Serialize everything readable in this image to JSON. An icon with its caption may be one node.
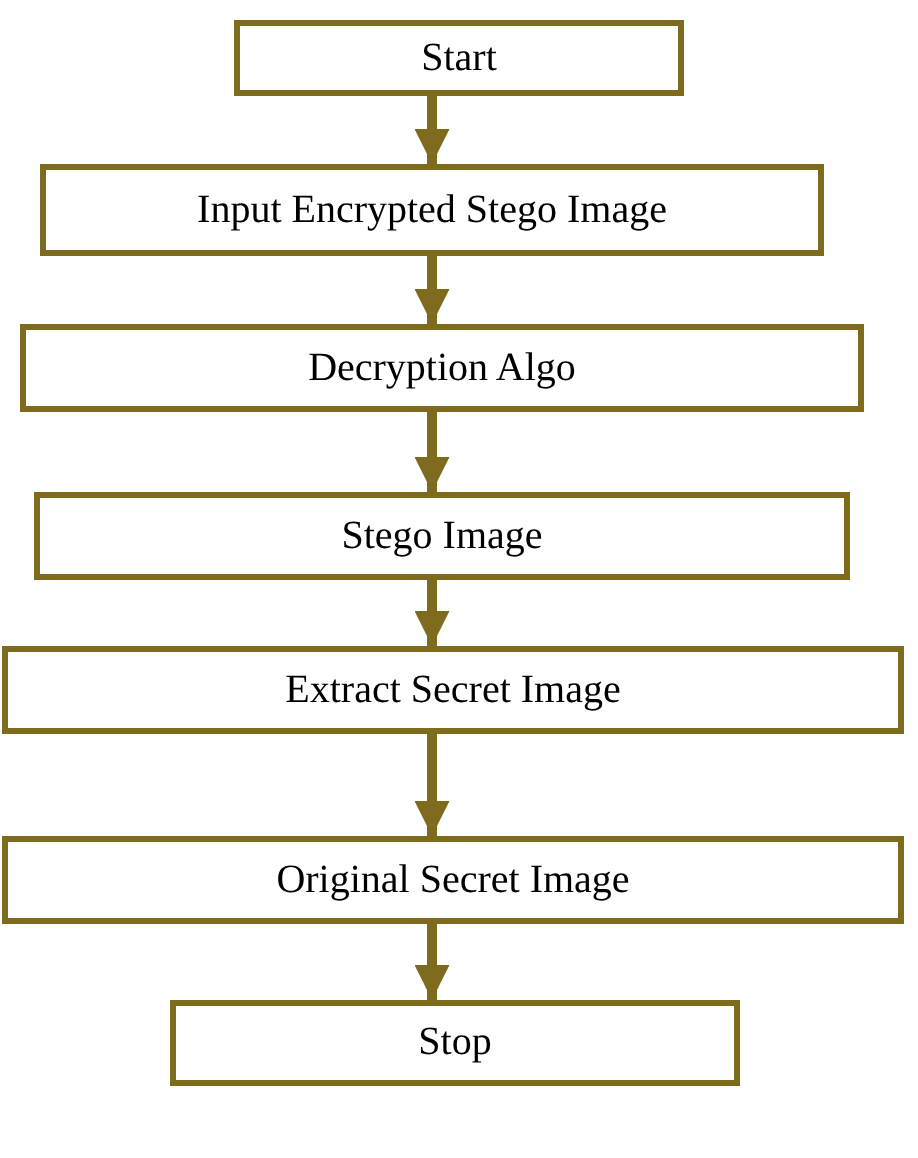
{
  "diagram": {
    "nodes": [
      {
        "text": [
          "Start"
        ]
      },
      {
        "text": [
          "Input Encrypted Stego Image"
        ]
      },
      {
        "text": [
          "Decryption Algo"
        ]
      },
      {
        "text": [
          "Stego Image"
        ]
      },
      {
        "text": [
          "Extract Secret Image"
        ]
      },
      {
        "text": [
          "Original Secret Image"
        ]
      },
      {
        "text": [
          "Stop"
        ]
      }
    ],
    "edges": [
      {
        "from": 0,
        "to": 1,
        "arrow": "to"
      },
      {
        "from": 1,
        "to": 2,
        "arrow": "to"
      },
      {
        "from": 2,
        "to": 3,
        "arrow": "to"
      },
      {
        "from": 3,
        "to": 4,
        "arrow": "to"
      },
      {
        "from": 4,
        "to": 5,
        "arrow": "to"
      },
      {
        "from": 5,
        "to": 6,
        "arrow": "to"
      }
    ]
  }
}
